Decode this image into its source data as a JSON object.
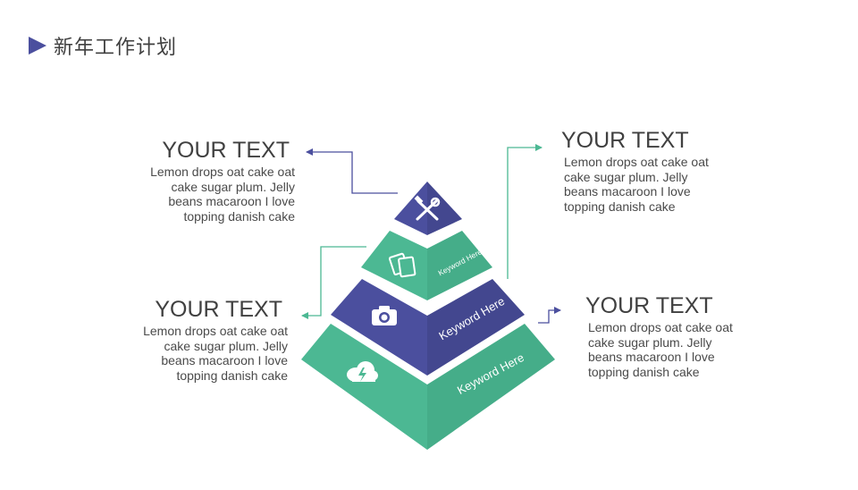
{
  "page": {
    "title": "新年工作计划"
  },
  "colors": {
    "accent_purple": "#4b4f9e",
    "accent_green": "#4cb893",
    "text_dark": "#404040"
  },
  "pyramid": {
    "tiers": [
      {
        "icon": "tools-icon",
        "keyword": ""
      },
      {
        "icon": "documents-icon",
        "keyword": "Keyword Here"
      },
      {
        "icon": "camera-icon",
        "keyword": "Keyword Here"
      },
      {
        "icon": "cloud-lightning-icon",
        "keyword": "Keyword Here"
      }
    ]
  },
  "callouts": [
    {
      "heading": "YOUR TEXT",
      "lines": [
        "Lemon drops oat cake oat",
        "cake sugar plum. Jelly",
        "beans macaroon I love",
        "topping danish cake"
      ]
    },
    {
      "heading": "YOUR TEXT",
      "lines": [
        "Lemon drops oat cake oat",
        "cake sugar plum. Jelly",
        "beans macaroon I love",
        "topping danish cake"
      ]
    },
    {
      "heading": "YOUR TEXT",
      "lines": [
        "Lemon drops oat cake oat",
        "cake sugar plum. Jelly",
        "beans macaroon I love",
        "topping danish cake"
      ]
    },
    {
      "heading": "YOUR TEXT",
      "lines": [
        "Lemon drops oat cake oat",
        "cake sugar plum. Jelly",
        "beans macaroon I love",
        "topping danish cake"
      ]
    }
  ]
}
